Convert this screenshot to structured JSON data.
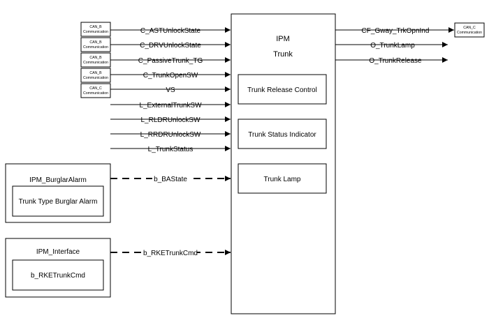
{
  "ipm": {
    "title": "IPM",
    "subtitle": "Trunk",
    "blocks": [
      "Trunk Release Control",
      "Trunk Status Indicator",
      "Trunk Lamp"
    ]
  },
  "comm_boxes": [
    {
      "bus": "CAN_B",
      "word": "Communication"
    },
    {
      "bus": "CAN_B",
      "word": "Communication"
    },
    {
      "bus": "CAN_B",
      "word": "Communication"
    },
    {
      "bus": "CAN_B",
      "word": "Communication"
    },
    {
      "bus": "CAN_C",
      "word": "Communication"
    }
  ],
  "inputs": [
    "C_ASTUnlockState",
    "C_DRVUnlockState",
    "C_PassiveTrunk_TG",
    "C_TrunkOpenSW",
    "VS",
    "L_ExternalTrunkSW",
    "L_RLDRUnlockSW",
    "L_RRDRUnlockSW",
    "L_TrunkStatus"
  ],
  "outputs": [
    "CF_Gway_TrkOpnInd",
    "O_TrunkLamp",
    "O_TrunkRelease"
  ],
  "out_comm": {
    "bus": "CAN_C",
    "word": "Communication"
  },
  "burglar": {
    "title": "IPM_BurglarAlarm",
    "inner": "Trunk Type Burglar Alarm",
    "signal": "b_BAState"
  },
  "interface": {
    "title": "IPM_Interface",
    "inner": "b_RKETrunkCmd",
    "signal": "b_RKETrunkCmd"
  }
}
